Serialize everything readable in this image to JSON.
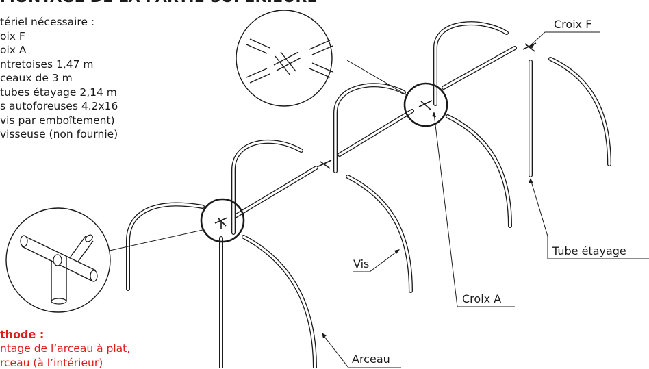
{
  "title": "MONTAGE DE LA PARTIE SUPÉRIEURE",
  "materials": [
    "tériel nécessaire :",
    "oix F",
    "oix A",
    "ntretoises 1,47 m",
    "ceaux de 3 m",
    "tubes étayage 2,14 m",
    "s autoforeuses 4.2x16",
    "vis par emboîtement)",
    "visseuse (non fournie)"
  ],
  "method": {
    "title": "thode :",
    "lines": [
      "ntage de l’arceau à plat,",
      "rceau (à l’intérieur)"
    ]
  },
  "callouts": {
    "croix_f": "Croix F",
    "tube_etayage": "Tube étayage",
    "vis": "Vis",
    "croix_a": "Croix A",
    "arceau": "Arceau"
  },
  "colors": {
    "method_text": "#e01b1b",
    "line": "#1a1a1a"
  }
}
